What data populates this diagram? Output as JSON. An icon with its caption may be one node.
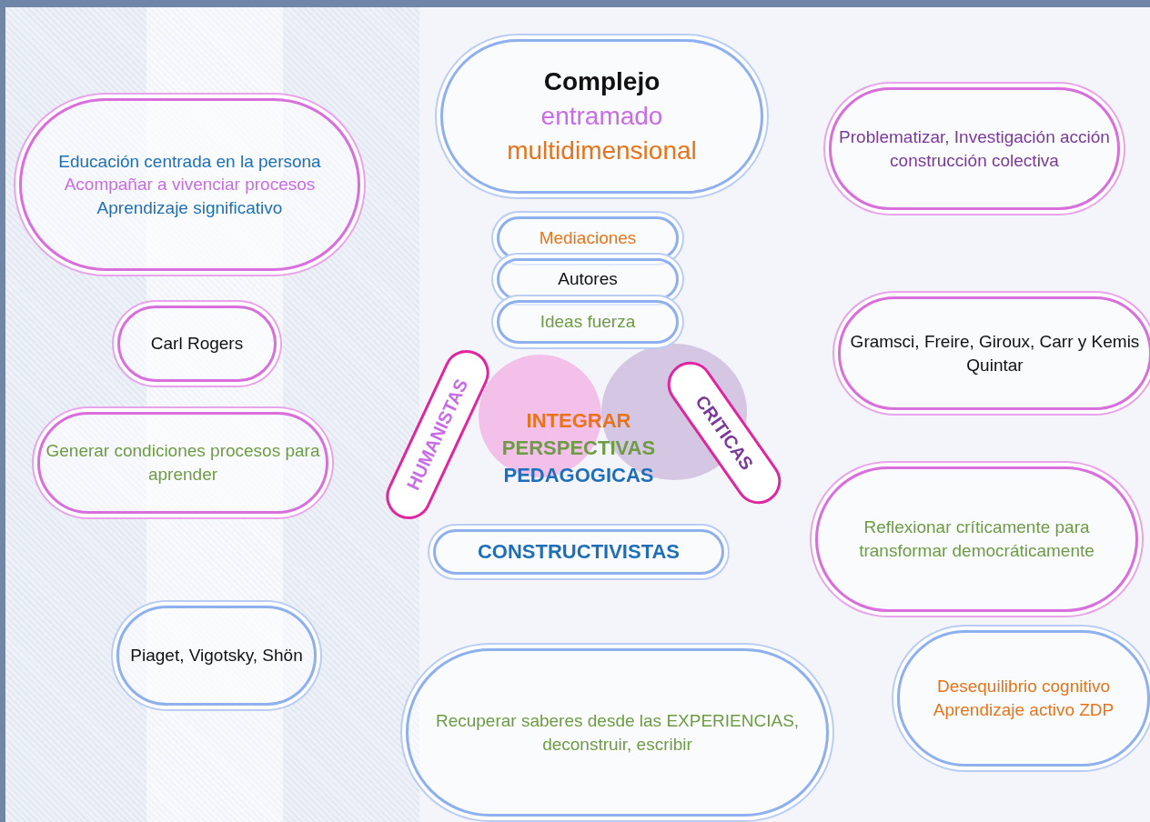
{
  "diagram": {
    "nodes": [
      {
        "text": [
          "Educación centrada en la persona",
          "Acompañar a vivenciar procesos",
          "Aprendizaje significativo"
        ]
      },
      {
        "text": [
          "Complejo",
          "entramado",
          "multidimensional"
        ]
      },
      {
        "text": [
          "Problematizar, Investigación acción construcción colectiva"
        ]
      },
      {
        "text": [
          "Mediaciones"
        ]
      },
      {
        "text": [
          "Autores"
        ]
      },
      {
        "text": [
          "Ideas fuerza"
        ]
      },
      {
        "text": [
          "Carl Rogers"
        ]
      },
      {
        "text": [
          "Gramsci, Freire, Giroux, Carr y Kemis Quintar"
        ]
      },
      {
        "text": [
          "HUMANISTAS"
        ]
      },
      {
        "text": [
          "INTEGRAR",
          "PERSPECTIVAS",
          "PEDAGOGICAS"
        ]
      },
      {
        "text": [
          "CRITICAS"
        ]
      },
      {
        "text": [
          "Generar condiciones procesos para aprender"
        ]
      },
      {
        "text": [
          "Reflexionar críticamente para transformar democráticamente"
        ]
      },
      {
        "text": [
          "CONSTRUCTIVISTAS"
        ]
      },
      {
        "text": [
          "Piaget, Vigotsky, Shön"
        ]
      },
      {
        "text": [
          "Recuperar saberes desde las EXPERIENCIAS, deconstruir, escribir"
        ]
      },
      {
        "text": [
          "Desequilibrio cognitivo Aprendizaje activo ZDP"
        ]
      }
    ]
  }
}
